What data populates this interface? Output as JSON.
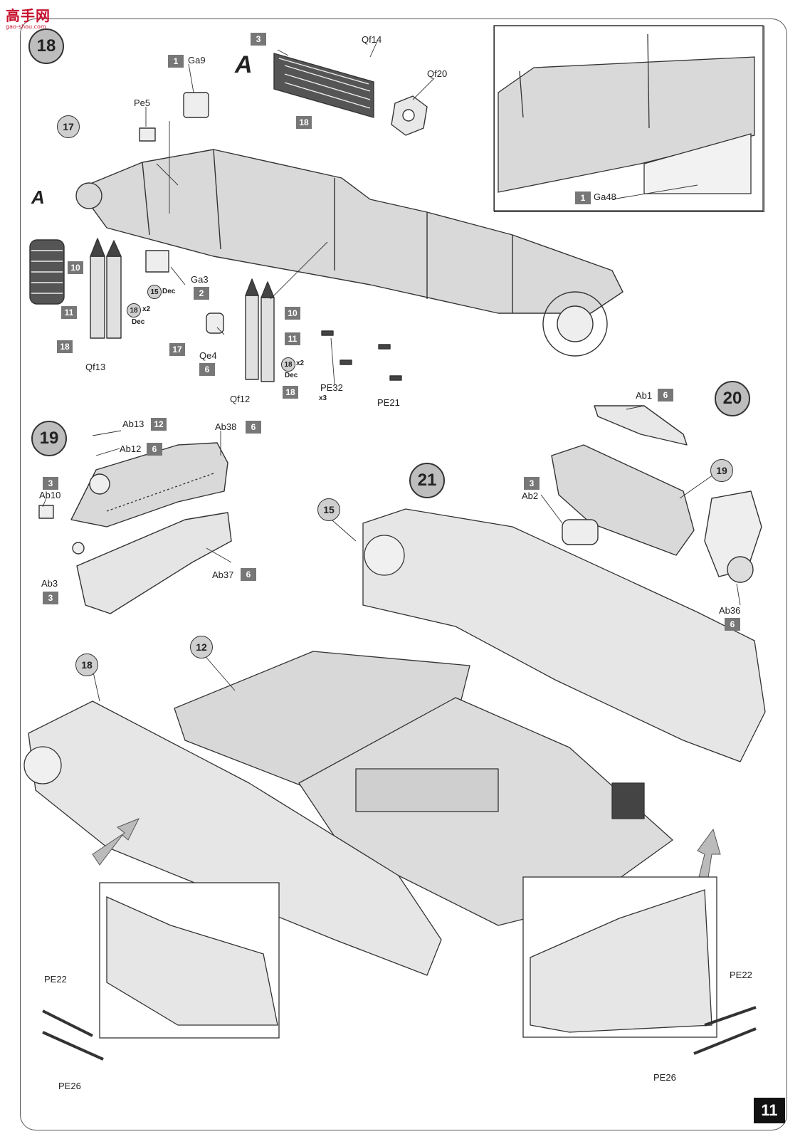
{
  "watermark": {
    "text": "高手网",
    "url": "gao-shou.com"
  },
  "page_number": "11",
  "steps": [
    "18",
    "19",
    "20",
    "21"
  ],
  "refs": {
    "r17": "17",
    "r15": "15",
    "r12": "12",
    "r18": "18",
    "r19": "19"
  },
  "inset_letter": "A",
  "parts": {
    "Ga9": "Ga9",
    "Pe5": "Pe5",
    "Qf14": "Qf14",
    "Qf20": "Qf20",
    "Ga48": "Ga48",
    "Ga3": "Ga3",
    "Qf13": "Qf13",
    "Qe4": "Qe4",
    "Qf12": "Qf12",
    "PE32": "PE32",
    "PE21": "PE21",
    "Ab13": "Ab13",
    "Ab12": "Ab12",
    "Ab38": "Ab38",
    "Ab10": "Ab10",
    "Ab3": "Ab3",
    "Ab37": "Ab37",
    "Ab1": "Ab1",
    "Ab2": "Ab2",
    "Ab36": "Ab36",
    "PE22a": "PE22",
    "PE26a": "PE26",
    "PE22b": "PE22",
    "PE26b": "PE26"
  },
  "sprues": {
    "s1a": "1",
    "s3a": "3",
    "s18a": "18",
    "s1b": "1",
    "s2": "2",
    "s10a": "10",
    "s11a": "11",
    "s18b": "18",
    "s17": "17",
    "s6a": "6",
    "s10b": "10",
    "s11b": "11",
    "s18c": "18",
    "s12": "12",
    "s6b": "6",
    "s6c": "6",
    "s3b": "3",
    "s3c": "3",
    "s6d": "6",
    "s6e": "6",
    "s3d": "3",
    "s6f": "6"
  },
  "decals": {
    "d1": "18",
    "d2": "15",
    "d3": "18",
    "dec": "Dec",
    "x2": "x2",
    "x3": "x3"
  }
}
